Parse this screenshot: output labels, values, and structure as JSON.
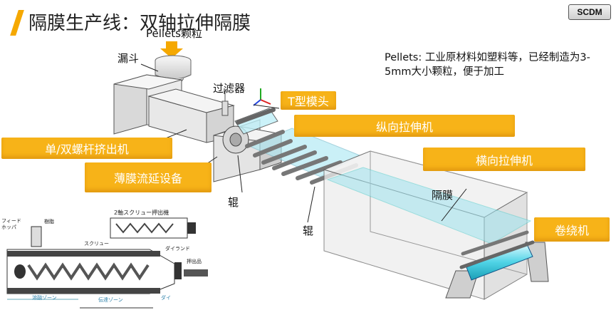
{
  "header": {
    "title": "隔膜生产线：双轴拉伸隔膜",
    "logo_text": "SCDM"
  },
  "labels": {
    "pellets": "Pellets颗粒",
    "hopper": "漏斗",
    "filter": "过滤器",
    "roller_1": "辊",
    "roller_2": "辊",
    "separator": "隔膜"
  },
  "note": [
    "Pellets: 工业原材料如塑料等，已经制造为3-",
    "5mm大小颗粒，便于加工"
  ],
  "tags": {
    "t_die": "T型模头",
    "md_stretcher": "纵向拉伸机",
    "td_stretcher": "横向拉伸机",
    "extruder": "单/双螺杆挤出机",
    "casting": "薄膜流延设备",
    "winder": "卷绕机"
  },
  "inset": {
    "twin_title": "2軸スクリュー押出機",
    "feed_hopper": "フィード\nホッパ",
    "resin": "樹脂",
    "screw": "スクリュー",
    "dieland": "ダイランド",
    "extrudate": "押出品",
    "melt_zone": "溶融ゾーン",
    "convey_zone": "伝達ゾーン",
    "die": "ダイ"
  },
  "colors": {
    "accent": "#f7b318",
    "film": "#9fe3ef",
    "machine": "#e0e0e0"
  }
}
